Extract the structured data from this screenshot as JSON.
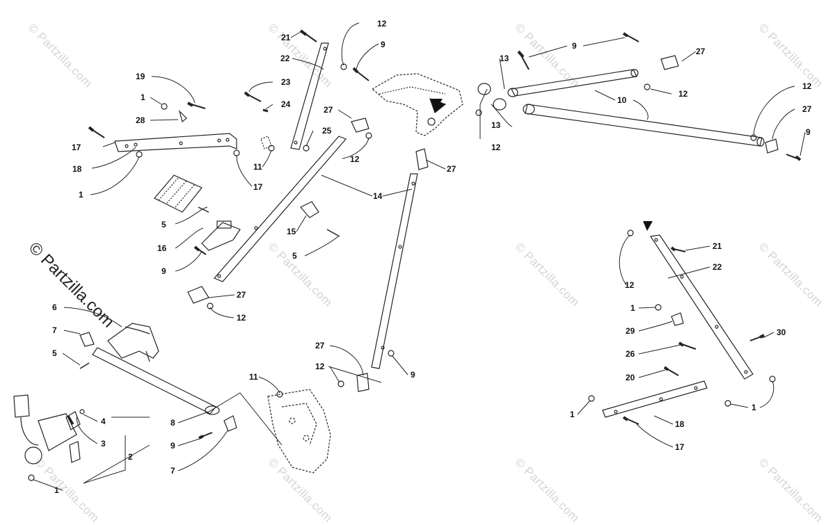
{
  "watermark": {
    "text": "© Partzilla.com",
    "prominent_text": "© Partzilla.com"
  },
  "callouts": {
    "c_21a": "21",
    "c_12a": "12",
    "c_9a": "9",
    "c_22a": "22",
    "c_19": "19",
    "c_1a": "1",
    "c_28": "28",
    "c_23": "23",
    "c_24": "24",
    "c_17a": "17",
    "c_18a": "18",
    "c_1b": "1",
    "c_25": "25",
    "c_11a": "11",
    "c_17b": "17",
    "c_27a": "27",
    "c_12b": "12",
    "c_13a": "13",
    "c_13b": "13",
    "c_12c": "12",
    "c_9b": "9",
    "c_27b": "27",
    "c_12d": "12",
    "c_10": "10",
    "c_12e": "12",
    "c_27c": "27",
    "c_9c": "9",
    "c_27d": "27",
    "c_14": "14",
    "c_5a": "5",
    "c_16": "16",
    "c_9d": "9",
    "c_15": "15",
    "c_5b": "5",
    "c_27e": "27",
    "c_12f": "12",
    "c_6": "6",
    "c_7a": "7",
    "c_5c": "5",
    "c_4": "4",
    "c_3": "3",
    "c_2": "2",
    "c_1c": "1",
    "c_8": "8",
    "c_9e": "9",
    "c_7b": "7",
    "c_11b": "11",
    "c_27f": "27",
    "c_12g": "12",
    "c_9f": "9",
    "c_21b": "21",
    "c_22b": "22",
    "c_12h": "12",
    "c_1d": "1",
    "c_29": "29",
    "c_30": "30",
    "c_26": "26",
    "c_20": "20",
    "c_1e": "1",
    "c_18b": "18",
    "c_1f": "1",
    "c_17c": "17"
  }
}
